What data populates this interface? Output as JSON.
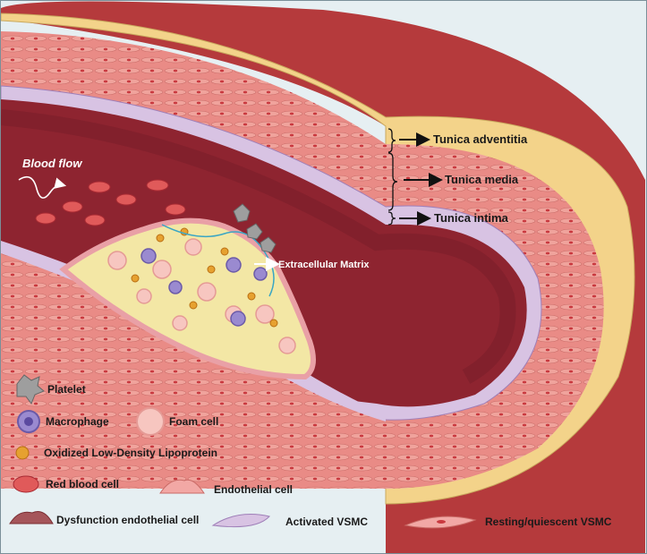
{
  "labels": {
    "tunica_adventitia": "Tunica adventitia",
    "tunica_media": "Tunica media",
    "tunica_intima": "Tunica intima",
    "blood_flow": "Blood flow",
    "extracellular_matrix": "Extracellular Matrix"
  },
  "legend": {
    "platelet": "Platelet",
    "macrophage": "Macrophage",
    "foam_cell": "Foam cell",
    "oxidized_ldl": "Oxidized Low-Density Lipoprotein",
    "red_blood_cell": "Red blood cell",
    "endothelial_cell": "Endothelial cell",
    "dysfunction_endothelial_cell": "Dysfunction endothelial cell",
    "activated_vsmc": "Activated  VSMC",
    "resting_vsmc": "Resting/quiescent  VSMC"
  },
  "colors": {
    "background": "#e6eff2",
    "adventitia": "#f3d38a",
    "media": "#e98b86",
    "intima": "#d8c3e3",
    "lumen": "#8e2430",
    "plaque": "#f3e7a5",
    "outer_wall": "#b53a3c"
  }
}
